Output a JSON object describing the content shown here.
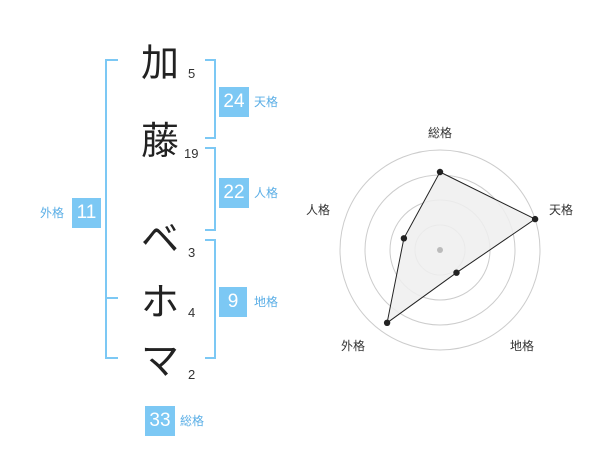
{
  "characters": [
    {
      "char": "加",
      "strokes": "5"
    },
    {
      "char": "藤",
      "strokes": "19"
    },
    {
      "char": "ベ",
      "strokes": "3"
    },
    {
      "char": "ホ",
      "strokes": "4"
    },
    {
      "char": "マ",
      "strokes": "2"
    }
  ],
  "fortunes": {
    "tenkaku": {
      "value": "24",
      "label": "天格"
    },
    "jinkaku": {
      "value": "22",
      "label": "人格"
    },
    "chikaku": {
      "value": "9",
      "label": "地格"
    },
    "gaikaku": {
      "value": "11",
      "label": "外格"
    },
    "soukaku": {
      "value": "33",
      "label": "総格"
    }
  },
  "colors": {
    "accent": "#7cc8f4",
    "accent_text": "#5aaee6",
    "bracket": "#7cc8f4",
    "radar_fill": "#eeeeee",
    "radar_line": "#222222",
    "grid": "#cccccc",
    "center_dot": "#bbbbbb"
  },
  "chart_data": {
    "type": "radar",
    "axes": [
      "総格",
      "天格",
      "地格",
      "外格",
      "人格"
    ],
    "values": [
      0.78,
      1.0,
      0.28,
      0.9,
      0.38
    ],
    "rings": 4,
    "max": 1.0
  }
}
